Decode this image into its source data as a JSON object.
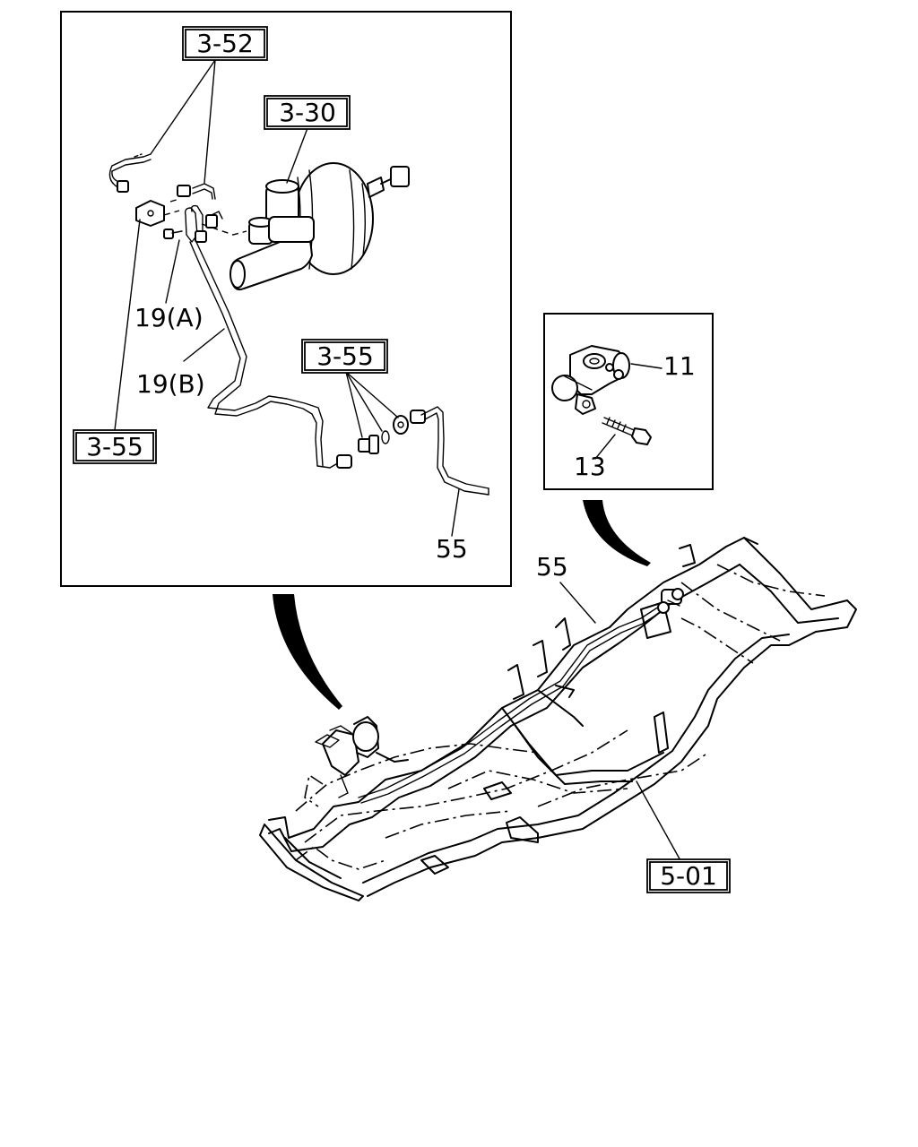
{
  "labels": {
    "ref_3_52": "3-52",
    "ref_3_30": "3-30",
    "ref_3_55_mid": "3-55",
    "ref_3_55_left": "3-55",
    "ref_5_01": "5-01",
    "part_19a": "19(A)",
    "part_19b": "19(B)",
    "part_55_inset": "55",
    "part_55_frame": "55",
    "part_11": "11",
    "part_13": "13"
  },
  "icons": [
    "callout-arrow",
    "brake-booster",
    "master-cylinder",
    "brake-pipe",
    "proportioning-valve",
    "bolt",
    "chassis-frame"
  ]
}
